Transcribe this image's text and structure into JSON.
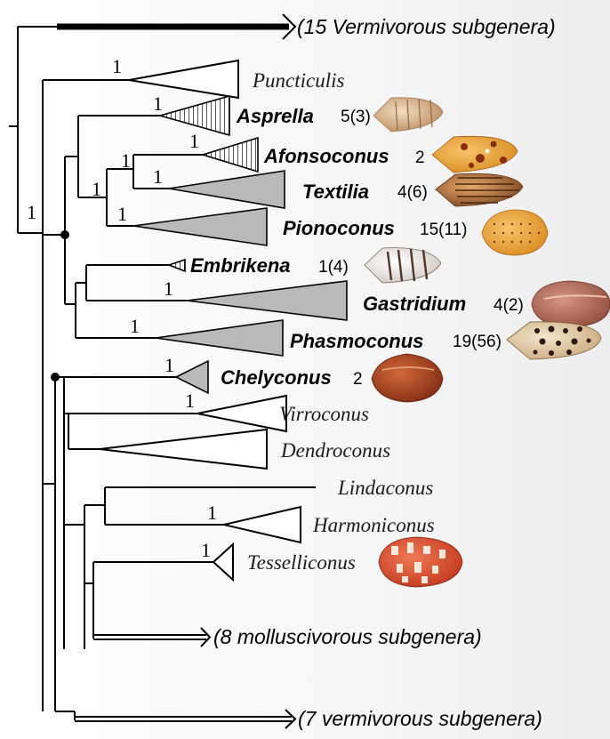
{
  "tree": {
    "root_support": "1",
    "outgroups": {
      "top": "(15 Vermivorous subgenera)",
      "mid": "(8 molluscivorous subgenera)",
      "bottom": "(7 vermivorous subgenera)"
    },
    "clades": [
      {
        "key": "puncticulis",
        "name": "Puncticulis",
        "support": "1",
        "count": "",
        "style": "open"
      },
      {
        "key": "asprella",
        "name": "Asprella",
        "support": "1",
        "count": "5(3)",
        "style": "hatched",
        "shell": "tan-banded"
      },
      {
        "key": "afonsoconus",
        "name": "Afonsoconus",
        "support": "1",
        "count": "2",
        "style": "hatched",
        "shell": "orange-mottled"
      },
      {
        "key": "textilia",
        "name": "Textilia",
        "support": "1",
        "count": "4(6)",
        "style": "grey",
        "shell": "brown-striped"
      },
      {
        "key": "pionoconus",
        "name": "Pionoconus",
        "support": "1",
        "count": "15(11)",
        "style": "grey",
        "shell": "orange-dotted"
      },
      {
        "key": "embrikena",
        "name": "Embrikena",
        "support": "",
        "count": "1(4)",
        "style": "hatched",
        "shell": "white-brown-banded"
      },
      {
        "key": "gastridium",
        "name": "Gastridium",
        "support": "1",
        "count": "4(2)",
        "style": "grey",
        "shell": "pink-brown"
      },
      {
        "key": "phasmoconus",
        "name": "Phasmoconus",
        "support": "1",
        "count": "19(56)",
        "style": "grey",
        "shell": "cream-dark-spotted"
      },
      {
        "key": "chelyconus",
        "name": "Chelyconus",
        "support": "1",
        "count": "2",
        "style": "grey",
        "shell": "reddish-brown"
      },
      {
        "key": "virroconus",
        "name": "Virroconus",
        "support": "1",
        "count": "",
        "style": "open"
      },
      {
        "key": "dendroconus",
        "name": "Dendroconus",
        "support": "",
        "count": "",
        "style": "open"
      },
      {
        "key": "lindaconus",
        "name": "Lindaconus",
        "support": "",
        "count": "",
        "style": "line"
      },
      {
        "key": "harmoniconus",
        "name": "Harmoniconus",
        "support": "1",
        "count": "",
        "style": "open"
      },
      {
        "key": "tesselliconus",
        "name": "Tesselliconus",
        "support": "1",
        "count": "",
        "style": "open",
        "shell": "red-white-tessellated"
      }
    ],
    "supports": {
      "asp_afo_tex_pio": "1",
      "afo_tex": "1",
      "tex_pio": "1"
    },
    "colors": {
      "branch": "#000000",
      "collapsed_fill": "#b9b9b9",
      "open_fill": "#ffffff"
    }
  }
}
